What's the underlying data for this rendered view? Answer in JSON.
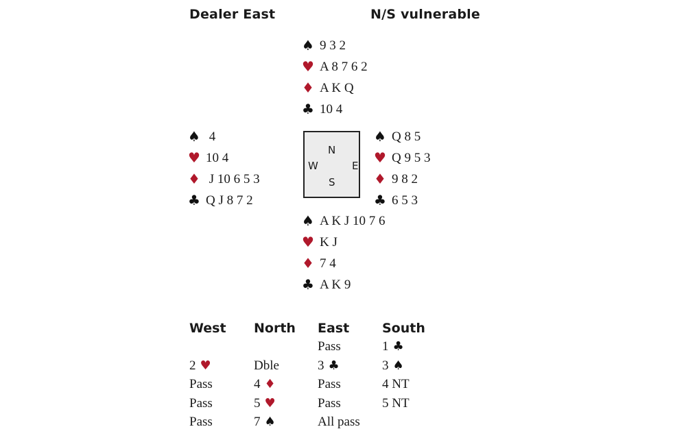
{
  "header": {
    "dealer": "Dealer East",
    "vulnerability": "N/S vulnerable"
  },
  "colors": {
    "red": "#b0182b",
    "black": "#111111"
  },
  "suit_symbols": {
    "S": "♠",
    "H": "♥",
    "D": "♦",
    "C": "♣"
  },
  "hands": {
    "north": [
      {
        "suit": "S",
        "cards": "9 3 2"
      },
      {
        "suit": "H",
        "cards": "A 8 7 6 2"
      },
      {
        "suit": "D",
        "cards": "A K Q"
      },
      {
        "suit": "C",
        "cards": "10 4"
      }
    ],
    "west": [
      {
        "suit": "S",
        "cards": " 4"
      },
      {
        "suit": "H",
        "cards": "10 4"
      },
      {
        "suit": "D",
        "cards": " J 10 6 5 3"
      },
      {
        "suit": "C",
        "cards": "Q J 8 7 2"
      }
    ],
    "east": [
      {
        "suit": "S",
        "cards": "Q 8 5"
      },
      {
        "suit": "H",
        "cards": "Q 9 5 3"
      },
      {
        "suit": "D",
        "cards": "9 8 2"
      },
      {
        "suit": "C",
        "cards": "6 5 3"
      }
    ],
    "south": [
      {
        "suit": "S",
        "cards": "A K J 10 7 6"
      },
      {
        "suit": "H",
        "cards": "K J"
      },
      {
        "suit": "D",
        "cards": "7 4"
      },
      {
        "suit": "C",
        "cards": "A K 9"
      }
    ]
  },
  "compass": {
    "n": "N",
    "s": "S",
    "e": "E",
    "w": "W"
  },
  "bidding": {
    "headers": [
      "West",
      "North",
      "East",
      "South"
    ],
    "rows": [
      [
        null,
        null,
        {
          "text": "Pass"
        },
        {
          "text": "1",
          "suit": "C"
        }
      ],
      [
        {
          "text": "2",
          "suit": "H"
        },
        {
          "text": "Dble"
        },
        {
          "text": "3",
          "suit": "C"
        },
        {
          "text": "3",
          "suit": "S"
        }
      ],
      [
        {
          "text": "Pass"
        },
        {
          "text": "4",
          "suit": "D"
        },
        {
          "text": "Pass"
        },
        {
          "text": "4 NT"
        }
      ],
      [
        {
          "text": "Pass"
        },
        {
          "text": "5",
          "suit": "H"
        },
        {
          "text": "Pass"
        },
        {
          "text": "5 NT"
        }
      ],
      [
        {
          "text": "Pass"
        },
        {
          "text": "7",
          "suit": "S"
        },
        {
          "text": "All pass"
        },
        null
      ]
    ]
  }
}
